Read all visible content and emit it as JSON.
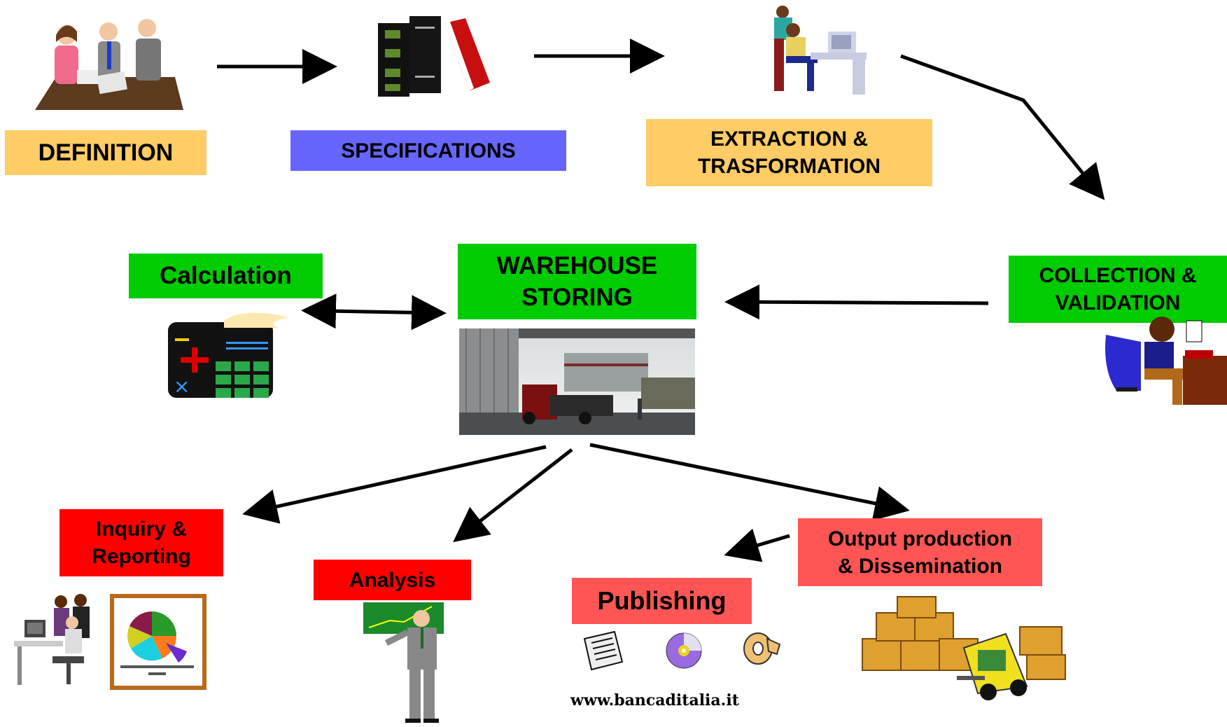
{
  "steps": {
    "definition": "DEFINITION",
    "specifications": "SPECIFICATIONS",
    "extraction": "EXTRACTION &\nTRASFORMATION",
    "collection": "COLLECTION &\nVALIDATION",
    "warehouse": "WAREHOUSE\nSTORING",
    "calculation": "Calculation",
    "inquiry": "Inquiry &\nReporting",
    "analysis": "Analysis",
    "publishing": "Publishing",
    "output": "Output production\n& Dissemination"
  },
  "footer": {
    "url": "www.bancaditalia.it"
  },
  "icons": [
    "meeting-icon",
    "books-icon",
    "computer-workers-icon",
    "telephone-operator-icon",
    "calculator-icon",
    "warehouse-photo",
    "computer-team-icon",
    "pie-chart-board-icon",
    "presenter-icon",
    "newspaper-icon",
    "cd-icon",
    "tape-icon",
    "forklift-boxes-icon"
  ],
  "colors": {
    "orange": "#ffcc66",
    "blue": "#6666ff",
    "green": "#00cc00",
    "red": "#ff0000",
    "pink": "#ff5555"
  }
}
